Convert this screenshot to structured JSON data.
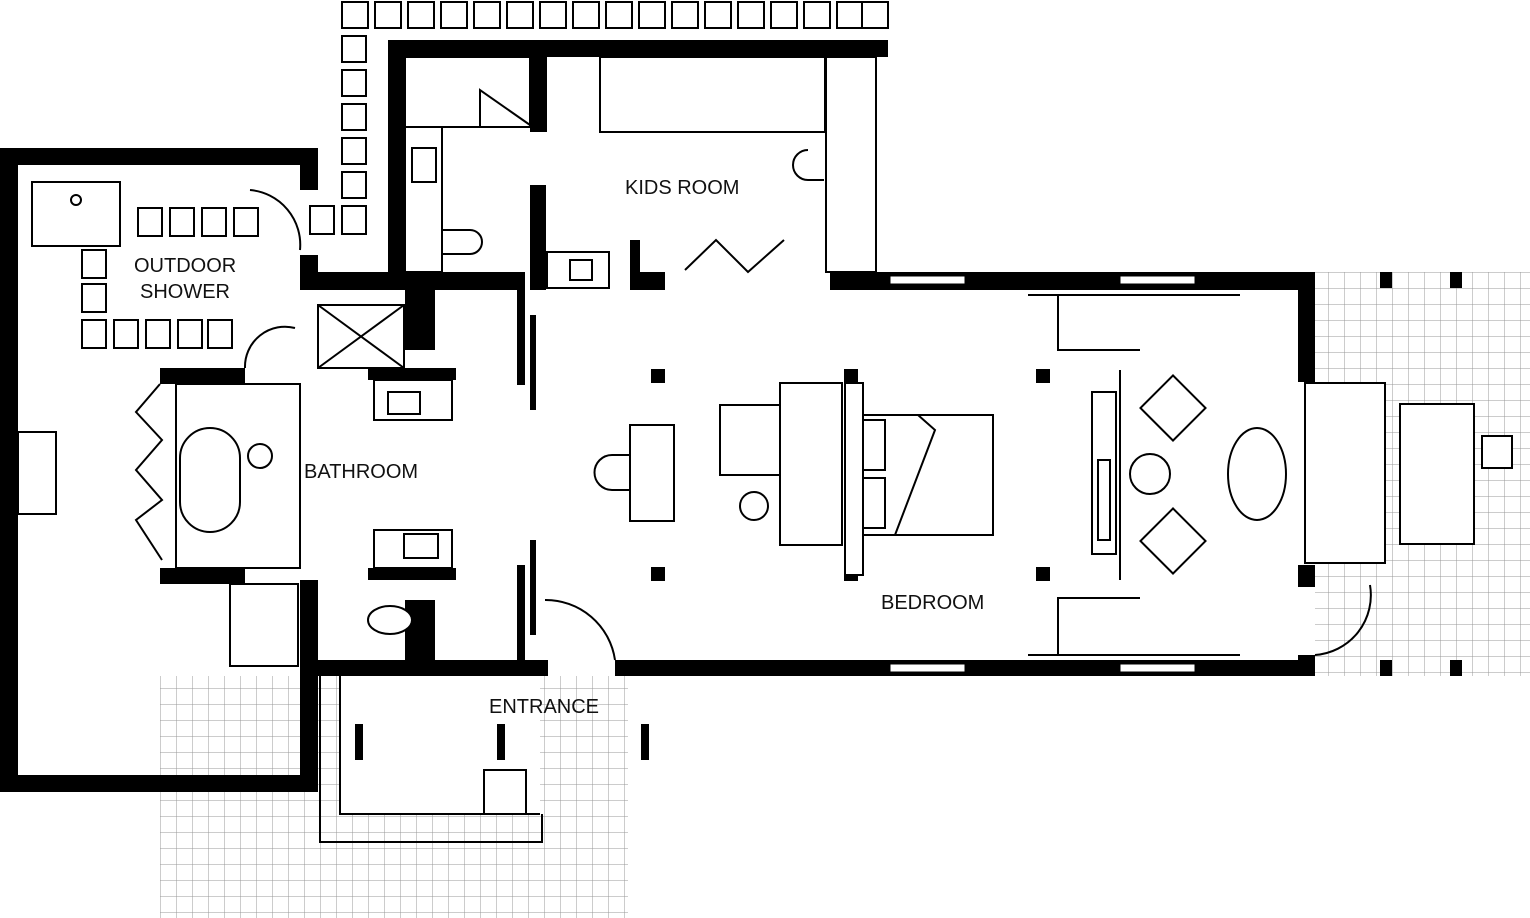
{
  "plan": {
    "rooms": {
      "kids_room": "KIDS ROOM",
      "outdoor_shower_line1": "OUTDOOR",
      "outdoor_shower_line2": "SHOWER",
      "bathroom": "BATHROOM",
      "bedroom": "BEDROOM",
      "entrance": "ENTRANCE"
    }
  }
}
